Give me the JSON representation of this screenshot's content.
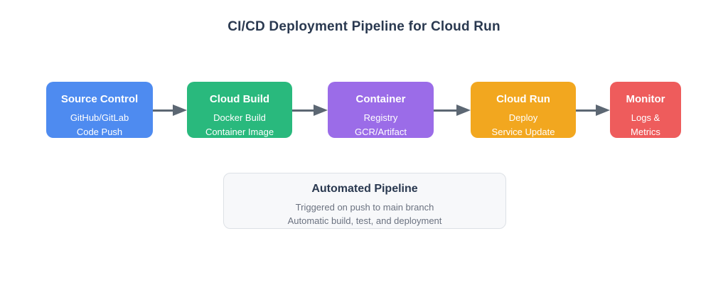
{
  "title": "CI/CD Deployment Pipeline for Cloud Run",
  "colors": {
    "title_text": "#2a3950",
    "arrow": "#5c6773",
    "node_text": "#ffffff",
    "panel_bg": "#f7f8fa",
    "panel_border": "#dde1e6",
    "panel_title_text": "#2a3950",
    "panel_body_text": "#6b7280"
  },
  "pipeline": {
    "nodes": [
      {
        "title": "Source Control",
        "line1": "GitHub/GitLab",
        "line2": "Code Push",
        "color": "#4e8bf0"
      },
      {
        "title": "Cloud Build",
        "line1": "Docker Build",
        "line2": "Container Image",
        "color": "#29b97d"
      },
      {
        "title": "Container",
        "line1": "Registry",
        "line2": "GCR/Artifact",
        "color": "#9b6ce8"
      },
      {
        "title": "Cloud Run",
        "line1": "Deploy",
        "line2": "Service Update",
        "color": "#f2a71f"
      },
      {
        "title": "Monitor",
        "line1": "Logs &",
        "line2": "Metrics",
        "color": "#ee5c5c"
      }
    ]
  },
  "panel": {
    "title": "Automated Pipeline",
    "line1": "Triggered on push to main branch",
    "line2": "Automatic build, test, and deployment"
  }
}
